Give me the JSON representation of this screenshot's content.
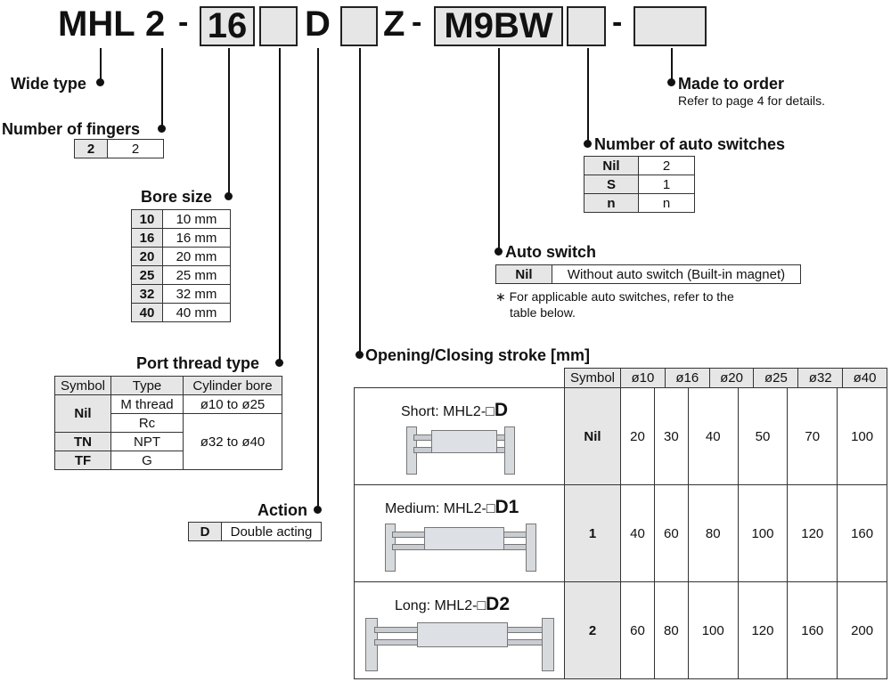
{
  "code": {
    "p1": "MHL",
    "p2": "2",
    "d1": "-",
    "bore": "16",
    "port": "",
    "action": "D",
    "stroke": "",
    "z": "Z",
    "d2": "-",
    "switch": "M9BW",
    "qty": "",
    "d3": "-",
    "order": ""
  },
  "labels": {
    "wide_type": "Wide type",
    "fingers": "Number of fingers",
    "bore": "Bore size",
    "port": "Port thread type",
    "action": "Action",
    "stroke": "Opening/Closing stroke [mm]",
    "auto_switch": "Auto switch",
    "num_switches": "Number of auto switches",
    "made_to_order": "Made to order",
    "made_to_order_note": "Refer to page 4 for details."
  },
  "fingers_table": [
    [
      "2",
      "2"
    ]
  ],
  "bore_table": [
    [
      "10",
      "10 mm"
    ],
    [
      "16",
      "16 mm"
    ],
    [
      "20",
      "20 mm"
    ],
    [
      "25",
      "25 mm"
    ],
    [
      "32",
      "32 mm"
    ],
    [
      "40",
      "40 mm"
    ]
  ],
  "port_table": {
    "headers": [
      "Symbol",
      "Type",
      "Cylinder bore"
    ],
    "nil": "Nil",
    "m_thread": "M thread",
    "rc": "Rc",
    "tn": "TN",
    "npt": "NPT",
    "tf": "TF",
    "g": "G",
    "bore_small": "ø10 to ø25",
    "bore_large": "ø32 to ø40"
  },
  "action_table": [
    [
      "D",
      "Double acting"
    ]
  ],
  "switch_table": [
    [
      "Nil",
      "Without auto switch (Built-in magnet)"
    ]
  ],
  "switch_note_1": "∗  For applicable auto switches, refer to the",
  "switch_note_2": "table below.",
  "num_switch_table": [
    [
      "Nil",
      "2"
    ],
    [
      "S",
      "1"
    ],
    [
      "n",
      "n"
    ]
  ],
  "stroke_table": {
    "headers": [
      "Symbol",
      "ø10",
      "ø16",
      "ø20",
      "ø25",
      "ø32",
      "ø40"
    ],
    "rows": [
      {
        "label": "Short: MHL2-",
        "label_bold": "D",
        "symbol": "Nil",
        "values": [
          "20",
          "30",
          "40",
          "50",
          "70",
          "100"
        ]
      },
      {
        "label": "Medium: MHL2-",
        "label_bold": "D1",
        "symbol": "1",
        "values": [
          "40",
          "60",
          "80",
          "100",
          "120",
          "160"
        ]
      },
      {
        "label": "Long: MHL2-",
        "label_bold": "D2",
        "symbol": "2",
        "values": [
          "60",
          "80",
          "100",
          "120",
          "160",
          "200"
        ]
      }
    ]
  }
}
